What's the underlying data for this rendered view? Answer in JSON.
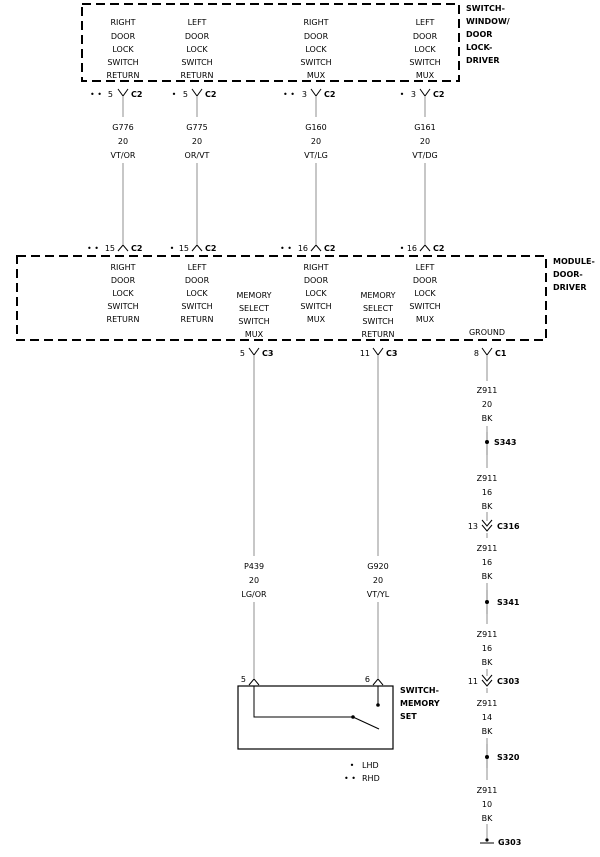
{
  "switch_window": {
    "title": [
      "SWITCH-",
      "WINDOW/",
      "DOOR",
      "LOCK-",
      "DRIVER"
    ],
    "functions": [
      [
        "RIGHT",
        "DOOR",
        "LOCK",
        "SWITCH",
        "RETURN"
      ],
      [
        "LEFT",
        "DOOR",
        "LOCK",
        "SWITCH",
        "RETURN"
      ],
      [
        "RIGHT",
        "DOOR",
        "LOCK",
        "SWITCH",
        "MUX"
      ],
      [
        "LEFT",
        "DOOR",
        "LOCK",
        "SWITCH",
        "MUX"
      ]
    ],
    "pins": [
      {
        "dots": "• •",
        "pin": "5",
        "conn": "C2"
      },
      {
        "dots": "•",
        "pin": "5",
        "conn": "C2"
      },
      {
        "dots": "• •",
        "pin": "3",
        "conn": "C2"
      },
      {
        "dots": "•",
        "pin": "3",
        "conn": "C2"
      }
    ]
  },
  "wires_upper": [
    {
      "circuit": "G776",
      "gauge": "20",
      "color": "VT/OR"
    },
    {
      "circuit": "G775",
      "gauge": "20",
      "color": "OR/VT"
    },
    {
      "circuit": "G160",
      "gauge": "20",
      "color": "VT/LG"
    },
    {
      "circuit": "G161",
      "gauge": "20",
      "color": "VT/DG"
    }
  ],
  "module": {
    "title": [
      "MODULE-",
      "DOOR-",
      "DRIVER"
    ],
    "in_pins": [
      {
        "dots": "• •",
        "pin": "15",
        "conn": "C2"
      },
      {
        "dots": "•",
        "pin": "15",
        "conn": "C2"
      },
      {
        "dots": "• •",
        "pin": "16",
        "conn": "C2"
      },
      {
        "dots": "•",
        "pin": "16",
        "conn": "C2"
      }
    ],
    "functions": [
      [
        "RIGHT",
        "DOOR",
        "LOCK",
        "SWITCH",
        "RETURN"
      ],
      [
        "LEFT",
        "DOOR",
        "LOCK",
        "SWITCH",
        "RETURN"
      ],
      [
        "MEMORY",
        "SELECT",
        "SWITCH",
        "MUX"
      ],
      [
        "RIGHT",
        "DOOR",
        "LOCK",
        "SWITCH",
        "MUX"
      ],
      [
        "MEMORY",
        "SELECT",
        "SWITCH",
        "RETURN"
      ],
      [
        "LEFT",
        "DOOR",
        "LOCK",
        "SWITCH",
        "MUX"
      ],
      [
        "GROUND"
      ]
    ],
    "out_pins": [
      {
        "pin": "5",
        "conn": "C3"
      },
      {
        "pin": "11",
        "conn": "C3"
      },
      {
        "pin": "8",
        "conn": "C1"
      }
    ]
  },
  "wires_lower": [
    {
      "circuit": "P439",
      "gauge": "20",
      "color": "LG/OR"
    },
    {
      "circuit": "G920",
      "gauge": "20",
      "color": "VT/YL"
    }
  ],
  "memory_switch": {
    "title": [
      "SWITCH-",
      "MEMORY",
      "SET"
    ],
    "pins": [
      "5",
      "6"
    ]
  },
  "ground_path": {
    "segments": [
      {
        "circuit": "Z911",
        "gauge": "20",
        "color": "BK"
      },
      {
        "circuit": "Z911",
        "gauge": "16",
        "color": "BK"
      },
      {
        "circuit": "Z911",
        "gauge": "16",
        "color": "BK"
      },
      {
        "circuit": "Z911",
        "gauge": "16",
        "color": "BK"
      },
      {
        "circuit": "Z911",
        "gauge": "14",
        "color": "BK"
      },
      {
        "circuit": "Z911",
        "gauge": "10",
        "color": "BK"
      }
    ],
    "splices": [
      "S343",
      "S341",
      "S320"
    ],
    "connectors": [
      {
        "pin": "13",
        "name": "C316"
      },
      {
        "pin": "11",
        "name": "C303"
      }
    ],
    "ground": "G303"
  },
  "legend": [
    {
      "dots": "•",
      "label": "LHD"
    },
    {
      "dots": "• •",
      "label": "RHD"
    }
  ]
}
